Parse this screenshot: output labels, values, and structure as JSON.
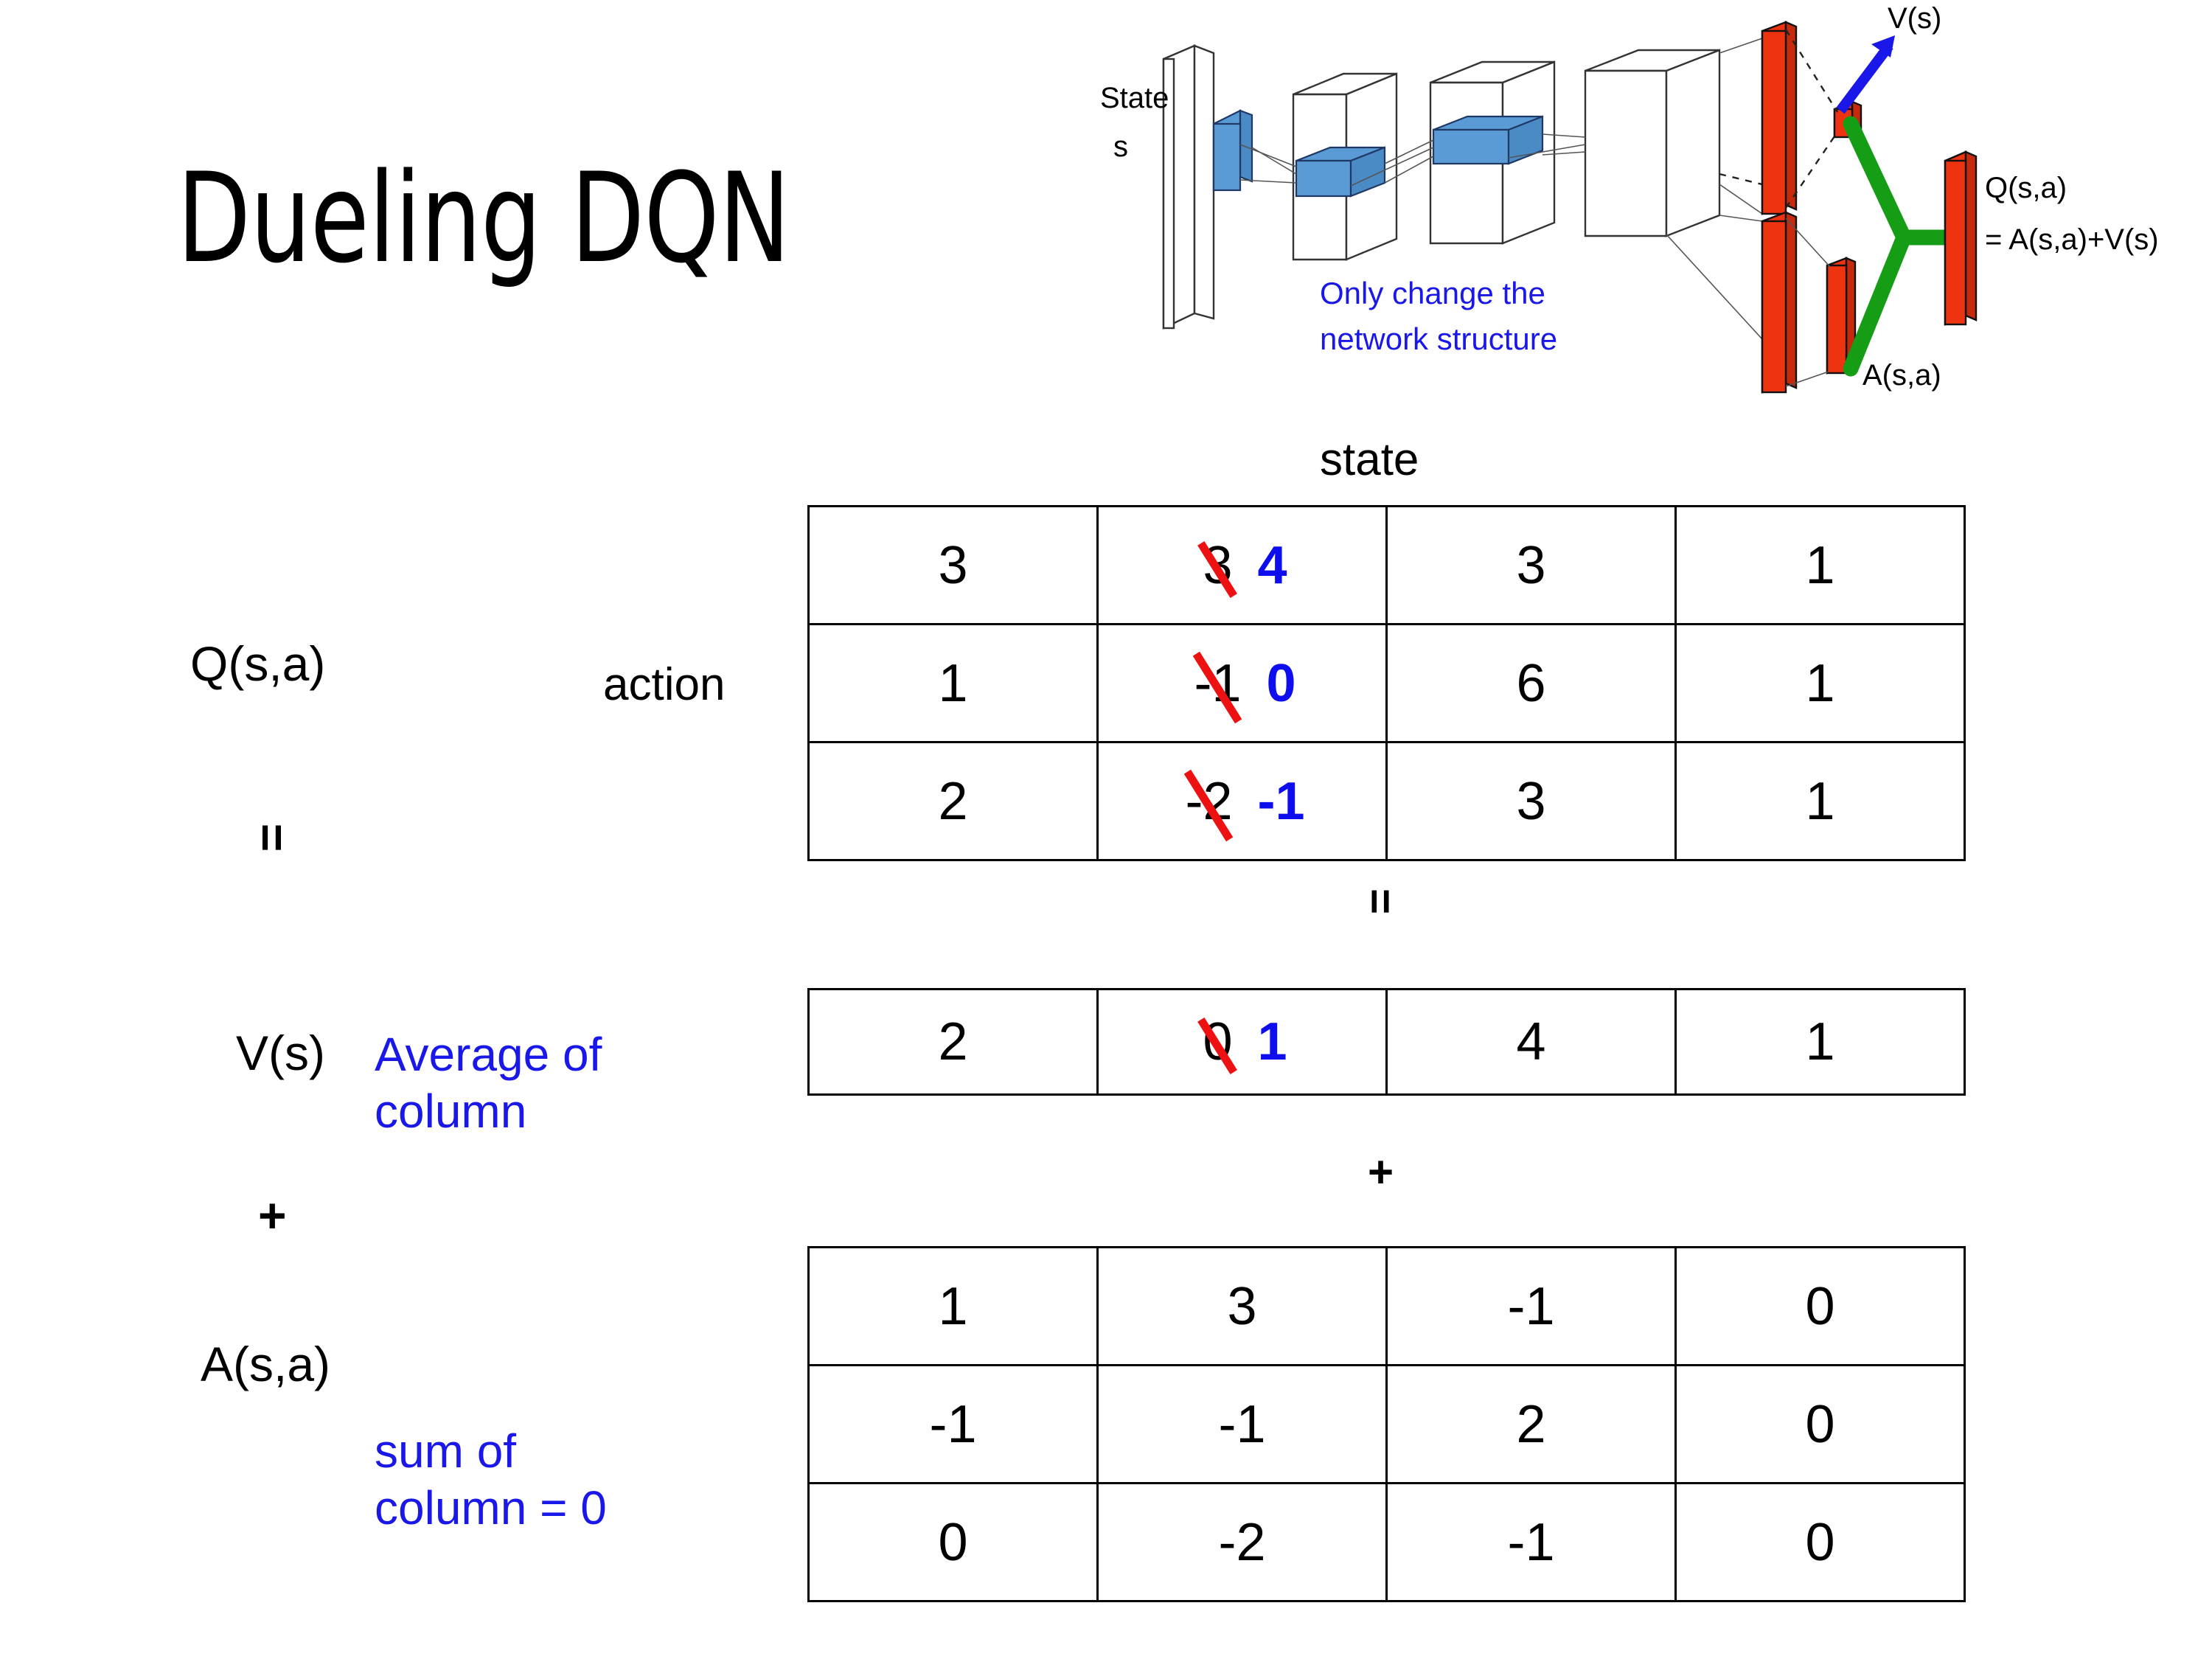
{
  "title": "Dueling DQN",
  "diagram": {
    "input_label_line1": "State",
    "input_label_line2": "s",
    "note": "Only change the\nnetwork structure",
    "value_stream_label": "V(s)",
    "advantage_stream_label": "A(s,a)",
    "output_label_line1": "Q(s,a)",
    "output_label_line2": "= A(s,a)+V(s)",
    "colors": {
      "filter_blue": "#5b9bd5",
      "stream_red": "#ee3311",
      "merge_green": "#169d16",
      "value_arrow_blue": "#1a18e8",
      "note_blue": "#1a18e8"
    }
  },
  "axes": {
    "columns_label": "state",
    "rows_label": "action"
  },
  "labels": {
    "q": "Q(s,a)",
    "v": "V(s)",
    "a": "A(s,a)",
    "equals": "=",
    "plus": "+"
  },
  "notes": {
    "average": "Average of\ncolumn",
    "sum": "sum of\ncolumn = 0"
  },
  "chart_data": {
    "type": "table",
    "title": "Dueling DQN",
    "xlabel": "state",
    "ylabel": "action",
    "annotation_colors": {
      "strikethrough": "#ee1111",
      "corrected_value": "#0d0dee"
    },
    "tables": [
      {
        "name": "Q(s,a)",
        "rows": 3,
        "cols": 4,
        "values": [
          [
            3,
            3,
            3,
            1
          ],
          [
            1,
            -1,
            6,
            1
          ],
          [
            2,
            -2,
            3,
            1
          ]
        ],
        "corrections": [
          {
            "row": 0,
            "col": 1,
            "old": 3,
            "new": 4
          },
          {
            "row": 1,
            "col": 1,
            "old": -1,
            "new": 0
          },
          {
            "row": 2,
            "col": 1,
            "old": -2,
            "new": -1
          }
        ]
      },
      {
        "name": "V(s)",
        "rows": 1,
        "cols": 4,
        "values": [
          [
            2,
            0,
            4,
            1
          ]
        ],
        "corrections": [
          {
            "row": 0,
            "col": 1,
            "old": 0,
            "new": 1
          }
        ]
      },
      {
        "name": "A(s,a)",
        "rows": 3,
        "cols": 4,
        "values": [
          [
            1,
            3,
            -1,
            0
          ],
          [
            -1,
            -1,
            2,
            0
          ],
          [
            0,
            -2,
            -1,
            0
          ]
        ],
        "corrections": []
      }
    ],
    "relation": "Q(s,a) = V(s) + A(s,a)"
  },
  "tables": {
    "q": {
      "cells": [
        [
          {
            "v": "3"
          },
          {
            "v": "3",
            "new": "4"
          },
          {
            "v": "3"
          },
          {
            "v": "1"
          }
        ],
        [
          {
            "v": "1"
          },
          {
            "v": "-1",
            "new": "0"
          },
          {
            "v": "6"
          },
          {
            "v": "1"
          }
        ],
        [
          {
            "v": "2"
          },
          {
            "v": "-2",
            "new": "-1"
          },
          {
            "v": "3"
          },
          {
            "v": "1"
          }
        ]
      ]
    },
    "v": {
      "cells": [
        [
          {
            "v": "2"
          },
          {
            "v": "0",
            "new": "1"
          },
          {
            "v": "4"
          },
          {
            "v": "1"
          }
        ]
      ]
    },
    "a": {
      "cells": [
        [
          {
            "v": "1"
          },
          {
            "v": "3"
          },
          {
            "v": "-1"
          },
          {
            "v": "0"
          }
        ],
        [
          {
            "v": "-1"
          },
          {
            "v": "-1"
          },
          {
            "v": "2"
          },
          {
            "v": "0"
          }
        ],
        [
          {
            "v": "0"
          },
          {
            "v": "-2"
          },
          {
            "v": "-1"
          },
          {
            "v": "0"
          }
        ]
      ]
    }
  }
}
